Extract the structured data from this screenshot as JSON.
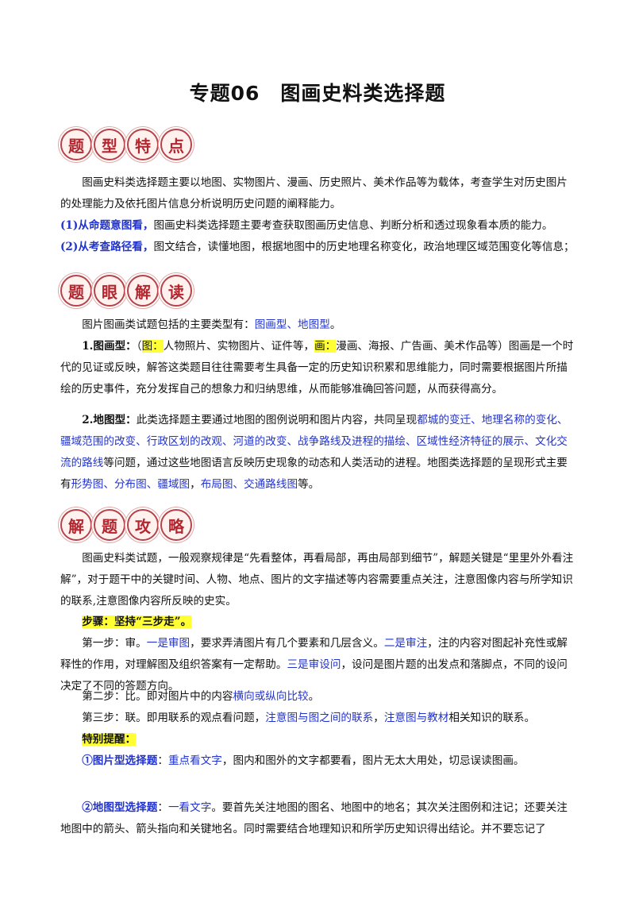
{
  "title": "专题06　图画史料类选择题",
  "badges": {
    "b1": [
      "题",
      "型",
      "特",
      "点"
    ],
    "b2": [
      "题",
      "眼",
      "解",
      "读"
    ],
    "b3": [
      "解",
      "题",
      "攻",
      "略"
    ]
  },
  "s1": {
    "p1": "图画史料类选择题主要以地图、实物图片、漫画、历史照片、美术作品等为载体，考查学生对历史图片的处理能力及依托图片信息分析说明历史问题的阐释能力。",
    "p2_lead": "(1)从命题意图看，",
    "p2_text": "图画史料类选择题主要考查获取图画历史信息、判断分析和透过现象看本质的能力。",
    "p3_lead": "(2)从考查路径看，",
    "p3_text": "图文结合，读懂地图，根据地图中的历史地理名称变化，政治地理区域范围变化等信息；"
  },
  "s2": {
    "intro_a": "图片图画类试题包括的主要类型有：",
    "intro_b": "图画型、地图型",
    "intro_c": "。",
    "t1_lead": "1.图画型：",
    "t1_a": "（",
    "t1_hl1": "图：",
    "t1_b": "人物照片、实物图片、证件等，",
    "t1_hl2": "画：",
    "t1_c": "漫画、海报、广告画、美术作品等）图画是一个时代的见证或反映，解答这类题目往往需要考生具备一定的历史知识积累和思维能力，同时需要根据图片所描绘的历史事件，充分发挥自己的想象力和归纳思维，从而能够准确回答问题，从而获得高分。",
    "t2_lead": "2.地图型：",
    "t2_a": "此类选择题主要通过地图的图例说明和图片内容，共同呈现",
    "t2_blue1": "都城的变迁、地理名称的变化、疆域范围的改变、行政区划的改观、河道的改变、战争路线及进程的描绘、区域性经济特征的展示、文化交流的路线",
    "t2_b": "等问题，通过这些地图语言反映历史现象的动态和人类活动的进程。地图类选择题的呈现形式主要有",
    "t2_blue2": "形势图、分布图、疆域图",
    "t2_c": "，",
    "t2_blue3": "布局图、交通路线图",
    "t2_d": "等。"
  },
  "s3": {
    "p1": "图画史料类试题，一般观察规律是“先看整体，再看局部，再由局部到细节”，解题关键是“里里外外看注解”，对于题干中的关键时间、人物、地点、图片的文字描述等内容需要重点关注，注意图像内容与所学知识的联系,注意图像内容所反映的史实。",
    "steps_label": "步骤：坚持“三步走”。",
    "st1_a": "第一步：审。",
    "st1_b1": "一是审图",
    "st1_c": "，要求弄清图片有几个要素和几层含义。",
    "st1_b2": "二是审注",
    "st1_d": "，注的内容对图起补充性或解释性的作用，对理解图及组织答案有一定帮助。",
    "st1_b3": "三是审设问",
    "st1_e": "，设问是图片题的出发点和落脚点，不同的设问决定了不同的答题方向。",
    "st2_a": "第二步：比。即对图片中的内容",
    "st2_b": "横向或纵向比较",
    "st2_c": "。",
    "st3_a": "第三步：联。即用联系的观点看问题，",
    "st3_b1": "注意图与图之间的联系",
    "st3_c": "，",
    "st3_b2": "注意图与教材",
    "st3_d": "相关知识的联系。",
    "tips_label": "特别提醒：",
    "tip1_lead": "①图片型选择题",
    "tip1_colon": "：",
    "tip1_blue": "重点看文字",
    "tip1_text": "，图内和图外的文字都要看，图片无太大用处，切忌误读图画。",
    "tip2_lead": "②地图型选择题",
    "tip2_colon": "：",
    "tip2_blue": "一看文字",
    "tip2_text": "。要首先关注地图的图名、地图中的地名；其次关注图例和注记；还要关注地图中的箭头、箭头指向和关键地名。同时需要结合地理知识和所学历史知识得出结论。并不要忘记了"
  }
}
